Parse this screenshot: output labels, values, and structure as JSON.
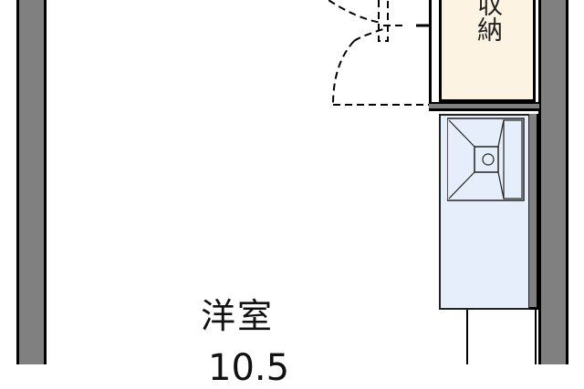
{
  "floorplan": {
    "main_room": {
      "label": "洋室",
      "size_partial": "10.5"
    },
    "closet": {
      "label": "収納"
    },
    "kitchen": {
      "appliance": "sink"
    },
    "colors": {
      "wall": "#808080",
      "wall_outline": "#000000",
      "closet_fill": "#fdf3e3",
      "kitchen_fill": "#e6eefb",
      "background": "#ffffff"
    }
  }
}
